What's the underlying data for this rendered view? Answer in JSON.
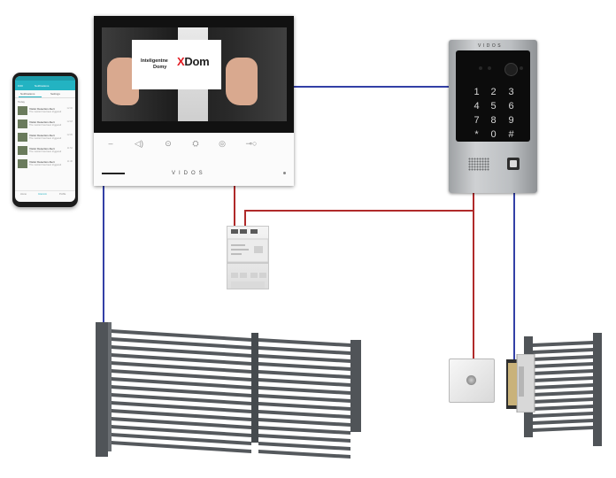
{
  "phone_app": {
    "status_time": "9:00",
    "app_title": "Notifications",
    "tabs": [
      "Notifications",
      "Settings"
    ],
    "list_header": "Today",
    "entries": [
      {
        "title": "Visitor Detection Alert",
        "sub": "The monitor has been triggered",
        "time": "12:30"
      },
      {
        "title": "Visitor Detection Alert",
        "sub": "The monitor has been triggered",
        "time": "12:18"
      },
      {
        "title": "Visitor Detection Alert",
        "sub": "The monitor has been triggered",
        "time": "12:05"
      },
      {
        "title": "Visitor Detection Alert",
        "sub": "The monitor has been triggered",
        "time": "11:52"
      },
      {
        "title": "Visitor Detection Alert",
        "sub": "The monitor has been triggered",
        "time": "11:40"
      }
    ],
    "bottom_tabs": [
      "Home",
      "Intercom",
      "Profile"
    ]
  },
  "monitor": {
    "screen_card_line1": "Inteligentne",
    "screen_card_line2": "Domy",
    "screen_card_logo_x": "X",
    "screen_card_logo_rest": "Dom",
    "brand": "VIDOS",
    "control_icons": [
      "speaker-icon",
      "unlock-icon",
      "person-icon",
      "intercom-icon",
      "key-icon"
    ]
  },
  "keypad_panel": {
    "brand": "VIDOS",
    "keys": [
      "1",
      "2",
      "3",
      "4",
      "5",
      "6",
      "7",
      "8",
      "9",
      "*",
      "0",
      "#"
    ]
  },
  "colors": {
    "wire_blue": "#3340a6",
    "wire_red": "#b02a2a",
    "logo_red": "#e21b22",
    "gate_dark": "#505458"
  }
}
